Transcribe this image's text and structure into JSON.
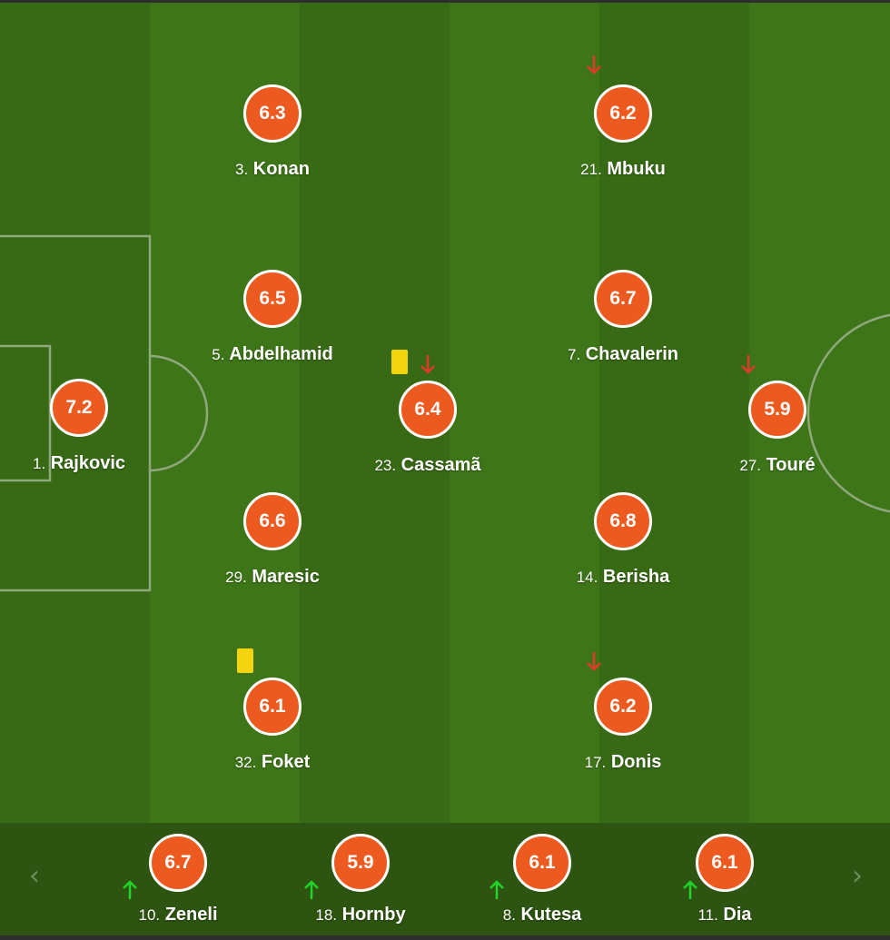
{
  "colors": {
    "pitch": "#386a15",
    "pitch_stripe": "#3e7518",
    "rating_badge": "#ec5a1f",
    "sub_out_arrow": "#e03a2a",
    "sub_in_arrow": "#22d32a",
    "yellow_card": "#f4d40f",
    "subs_bar": "#2d5410"
  },
  "lineup": [
    {
      "number": "1.",
      "name": "Rajkovic",
      "rating": "7.2"
    },
    {
      "number": "3.",
      "name": "Konan",
      "rating": "6.3"
    },
    {
      "number": "5.",
      "name": "Abdelhamid",
      "rating": "6.5"
    },
    {
      "number": "29.",
      "name": "Maresic",
      "rating": "6.6"
    },
    {
      "number": "32.",
      "name": "Foket",
      "rating": "6.1",
      "yellow_card": true
    },
    {
      "number": "23.",
      "name": "Cassamã",
      "rating": "6.4",
      "yellow_card": true,
      "subbed_off": true
    },
    {
      "number": "21.",
      "name": "Mbuku",
      "rating": "6.2",
      "subbed_off": true
    },
    {
      "number": "7.",
      "name": "Chavalerin",
      "rating": "6.7"
    },
    {
      "number": "14.",
      "name": "Berisha",
      "rating": "6.8"
    },
    {
      "number": "17.",
      "name": "Donis",
      "rating": "6.2",
      "subbed_off": true
    },
    {
      "number": "27.",
      "name": "Touré",
      "rating": "5.9",
      "subbed_off": true
    }
  ],
  "substitutes": [
    {
      "number": "10.",
      "name": "Zeneli",
      "rating": "6.7",
      "subbed_on": true
    },
    {
      "number": "18.",
      "name": "Hornby",
      "rating": "5.9",
      "subbed_on": true
    },
    {
      "number": "8.",
      "name": "Kutesa",
      "rating": "6.1",
      "subbed_on": true
    },
    {
      "number": "11.",
      "name": "Dia",
      "rating": "6.1",
      "subbed_on": true
    }
  ],
  "icons": {
    "prev": "chevron-left-icon",
    "next": "chevron-right-icon",
    "sub_out": "arrow-down-icon",
    "sub_in": "arrow-up-icon",
    "card": "yellow-card-icon"
  },
  "nav": {
    "prev_glyph": "‹",
    "next_glyph": "›"
  }
}
